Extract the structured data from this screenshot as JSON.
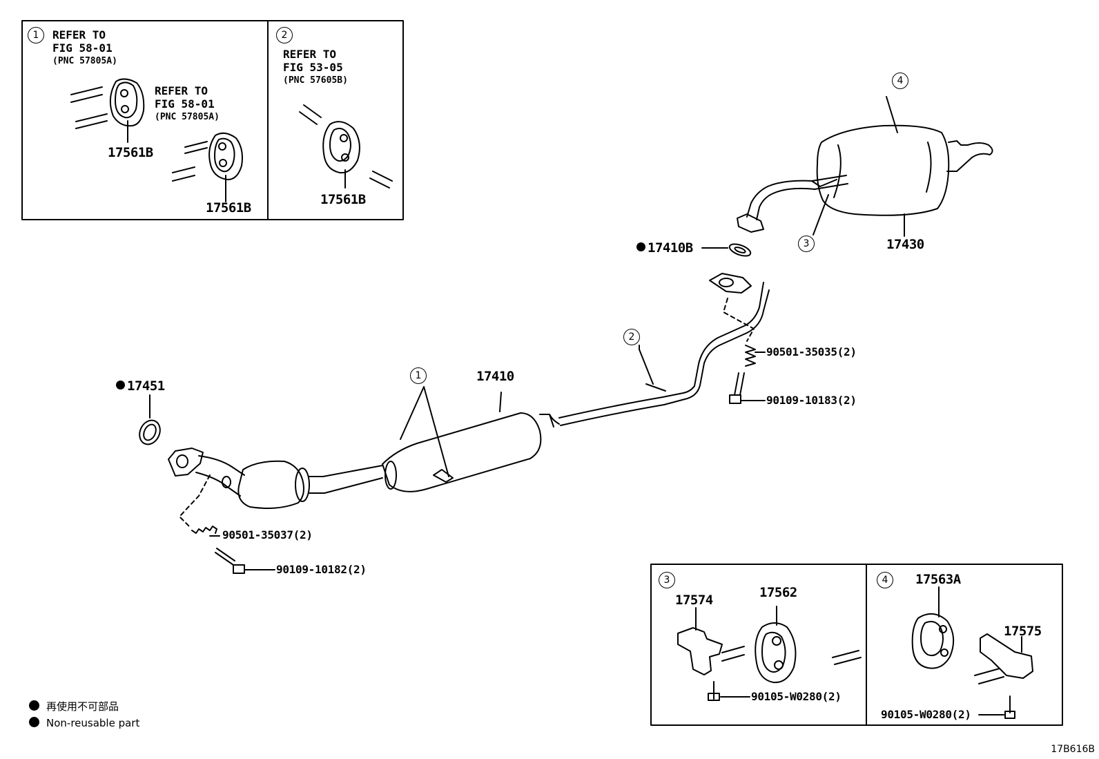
{
  "insets": {
    "inset1": {
      "marker": "1",
      "ref_a": {
        "line1": "REFER TO",
        "line2": "FIG 58-01",
        "pnc": "(PNC 57805A)"
      },
      "ref_b": {
        "line1": "REFER TO",
        "line2": "FIG 58-01",
        "pnc": "(PNC 57805A)"
      },
      "part_a": "17561B",
      "part_b": "17561B"
    },
    "inset2": {
      "marker": "2",
      "ref": {
        "line1": "REFER TO",
        "line2": "FIG 53-05",
        "pnc": "(PNC 57605B)"
      },
      "part": "17561B"
    },
    "inset3": {
      "marker": "3",
      "part_bracket": "17574",
      "part_hanger": "17562",
      "bolt": "90105-W0280(2)"
    },
    "inset4": {
      "marker": "4",
      "part_hanger": "17563A",
      "part_bracket": "17575",
      "bolt": "90105-W0280(2)"
    }
  },
  "main": {
    "gasket_front": "17451",
    "front_pipe": "17410",
    "gasket_rear": "17410B",
    "tail_pipe": "17430",
    "spring_front": "90501-35037(2)",
    "bolt_front": "90109-10182(2)",
    "spring_rear": "90501-35035(2)",
    "bolt_rear": "90109-10183(2)",
    "marker_1": "1",
    "marker_2": "2",
    "marker_3": "3",
    "marker_4": "4"
  },
  "legend": {
    "jp": "再使用不可部品",
    "en": "Non-reusable part"
  },
  "figure_id": "17B616B"
}
